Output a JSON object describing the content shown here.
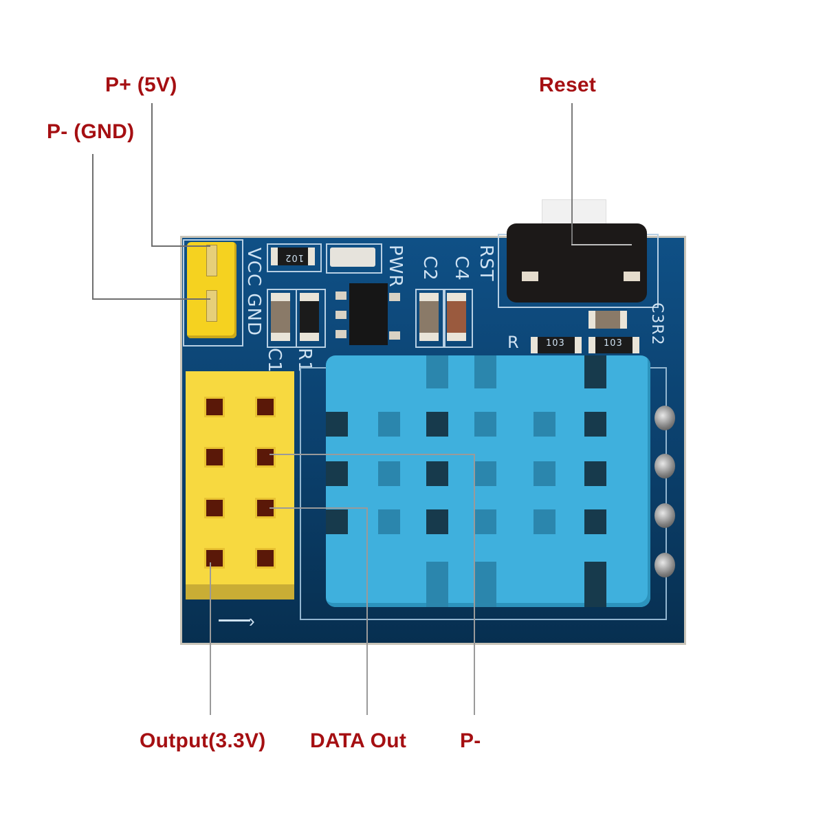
{
  "title": "ESP-01 DHT11 Temperature/Humidity Sensor Module Pinout",
  "labels": {
    "p_plus": "P+ (5V)",
    "p_minus_gnd": "P- (GND)",
    "reset": "Reset",
    "output": "Output(3.3V)",
    "data_out": "DATA Out",
    "p_minus": "P-"
  },
  "silkscreen": {
    "vcc_gnd": "VCC GND",
    "pwr": "PWR",
    "c2": "C2",
    "c4": "C4",
    "rst": "RST",
    "c1": "C1",
    "r1": "R1",
    "r3": "R",
    "c3_r2": "C3R2",
    "res_code_102": "102",
    "res_code_103": "103"
  },
  "colors": {
    "label": "#a50f12",
    "pcb": "#0d4a7a",
    "sensor": "#3fb0dd",
    "header": "#f7d940",
    "leader_line": "#6e6e6e"
  }
}
